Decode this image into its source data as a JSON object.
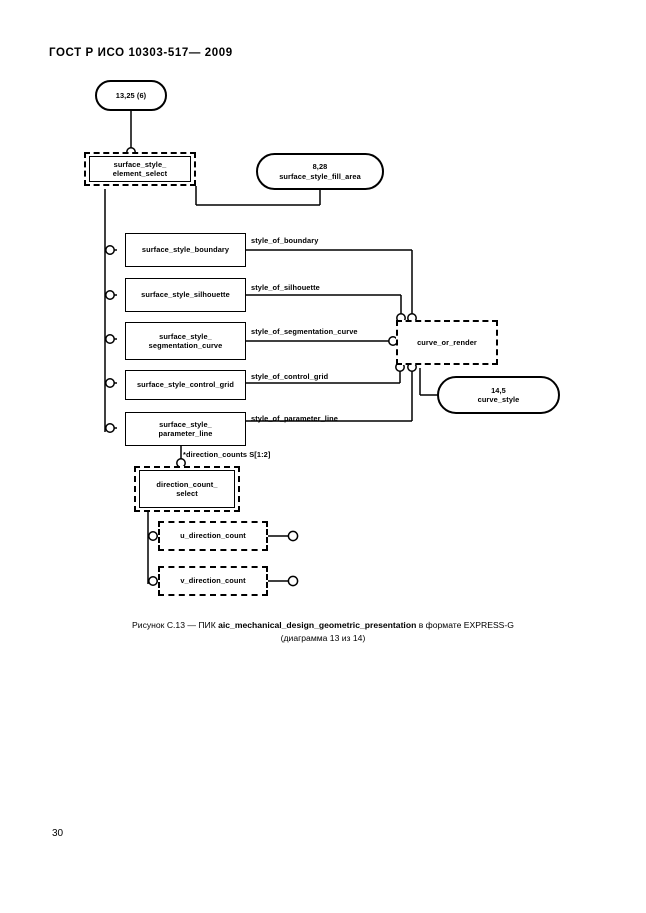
{
  "document": {
    "header": "ГОСТ Р ИСО 10303-517— 2009",
    "page_number": "30"
  },
  "caption": {
    "prefix": "Рисунок С.13 — ПИК",
    "entity": "aic_mechanical_design_geometric_presentation",
    "suffix": "в формате EXPRESS-G",
    "line2": "(диаграмма 13 из 14)"
  },
  "diagram": {
    "type": "EXPRESS-G",
    "page_ref_top": {
      "ref": "13,25 (6)"
    },
    "select_top": {
      "line1": "surface_style_",
      "line2": "element_select"
    },
    "fill_area": {
      "line1": "8,28",
      "line2": "surface_style_fill_area"
    },
    "entities": [
      {
        "line1": "surface_style_boundary",
        "line2": ""
      },
      {
        "line1": "surface_style_silhouette",
        "line2": ""
      },
      {
        "line1": "surface_style_",
        "line2": "segmentation_curve"
      },
      {
        "line1": "surface_style_control_grid",
        "line2": ""
      },
      {
        "line1": "surface_style_",
        "line2": "parameter_line"
      }
    ],
    "edge_labels": [
      "style_of_boundary",
      "style_of_silhouette",
      "style_of_segmentation_curve",
      "style_of_control_grid",
      "style_of_parameter_line"
    ],
    "curve_or_render": "curve_or_render",
    "curve_style": {
      "line1": "14,5",
      "line2": "curve_style"
    },
    "direction_counts_label": "*direction_counts S[1:2]",
    "direction_count_select": {
      "line1": "direction_count_",
      "line2": "select"
    },
    "direction_counts": [
      "u_direction_count",
      "v_direction_count"
    ]
  }
}
